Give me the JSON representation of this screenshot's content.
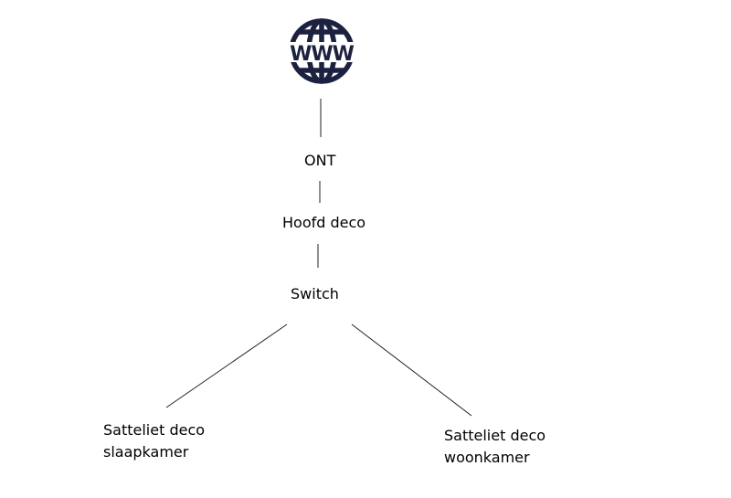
{
  "diagram": {
    "icon": {
      "name": "globe-www-icon",
      "text": "WWW",
      "color": "#1c2140"
    },
    "nodes": {
      "ont": "ONT",
      "hoofd_deco": "Hoofd deco",
      "switch": "Switch",
      "satelliet_slaapkamer": {
        "line1": "Satteliet deco",
        "line2": "slaapkamer"
      },
      "satelliet_woonkamer": {
        "line1": "Satteliet deco",
        "line2": "woonkamer"
      }
    },
    "edges": [
      {
        "from": "www",
        "to": "ONT"
      },
      {
        "from": "ONT",
        "to": "Hoofd deco"
      },
      {
        "from": "Hoofd deco",
        "to": "Switch"
      },
      {
        "from": "Switch",
        "to": "Satteliet deco slaapkamer"
      },
      {
        "from": "Switch",
        "to": "Satteliet deco woonkamer"
      }
    ],
    "line_color": "#222222"
  }
}
